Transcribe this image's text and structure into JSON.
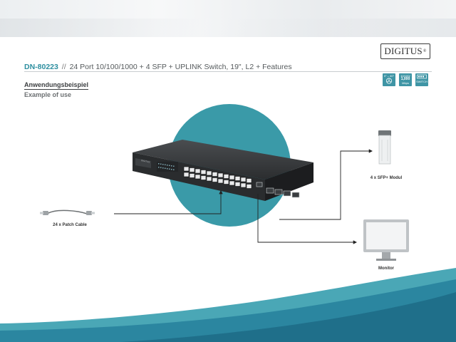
{
  "brand": {
    "logo_text": "DIGITUS",
    "logo_mark": "®"
  },
  "product": {
    "code": "DN-80223",
    "separator": "//",
    "description": "24 Port 10/100/1000 + 4 SFP + UPLINK Switch, 19\", L2 + Features"
  },
  "section": {
    "heading": "Anwendungsbeispiel",
    "subheading": "Example of use"
  },
  "badges": [
    {
      "icon": "fan-icon",
      "line1": "0° – 40°",
      "line2": "",
      "color": "#3f95a5"
    },
    {
      "icon": "speed-icon",
      "line1": "10/100/",
      "line2": "1,000",
      "line3": "Mbps",
      "color": "#3f95a5"
    },
    {
      "icon": "switch-icon",
      "line1": "SWITCH",
      "color": "#3f95a5"
    }
  ],
  "diagram": {
    "patch_cable_label": "24 x Patch Cable",
    "sfp_label": "4 x SFP+ Modul",
    "monitor_label": "Monitor",
    "device_brand": "DIGITUS"
  },
  "colors": {
    "accent": "#2e8fa0",
    "circle": "#3a9aa8",
    "wave_dark": "#1f6f8a",
    "wave_light": "#4aa7b6"
  }
}
